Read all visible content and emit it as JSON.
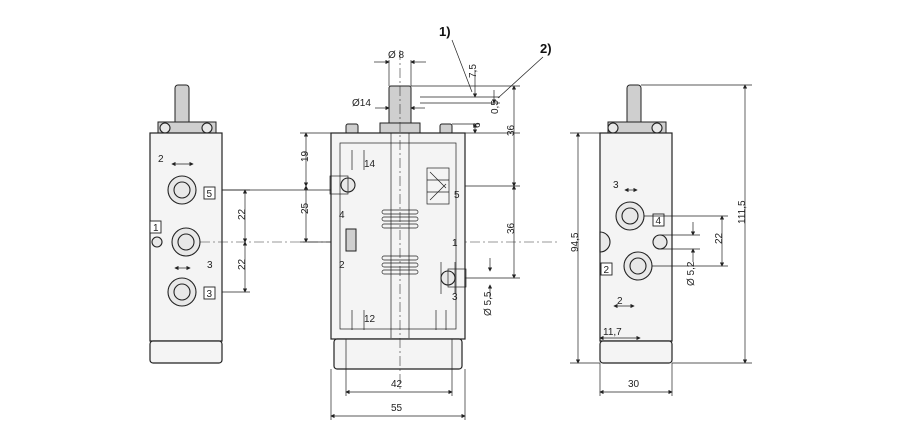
{
  "callouts": {
    "c1": "1)",
    "c2": "2)"
  },
  "left_view": {
    "dims": {
      "d2": "2",
      "d22a": "22",
      "d22b": "22",
      "d3": "3"
    },
    "ports": {
      "p5": "5",
      "p1": "1",
      "p3": "3"
    }
  },
  "center_view": {
    "dims": {
      "dia8": "Ø 8",
      "dia14": "Ø14",
      "d7_5": "7,5",
      "d0_5": "0,5",
      "d6": "6",
      "d36a": "36",
      "d36b": "36",
      "d19": "19",
      "d25": "25",
      "dia5_5": "Ø 5,5",
      "d42": "42",
      "d55": "55"
    },
    "ports": {
      "p14": "14",
      "p4": "4",
      "p5": "5",
      "p1": "1",
      "p2": "2",
      "p3": "3",
      "p12": "12"
    }
  },
  "right_view": {
    "dims": {
      "d94_5": "94,5",
      "d111_5": "111,5",
      "d3": "3",
      "d22": "22",
      "dia5_2": "Ø 5,2",
      "d2": "2",
      "d11_7": "11,7",
      "d30": "30"
    },
    "ports": {
      "p4": "4",
      "p2": "2"
    }
  }
}
